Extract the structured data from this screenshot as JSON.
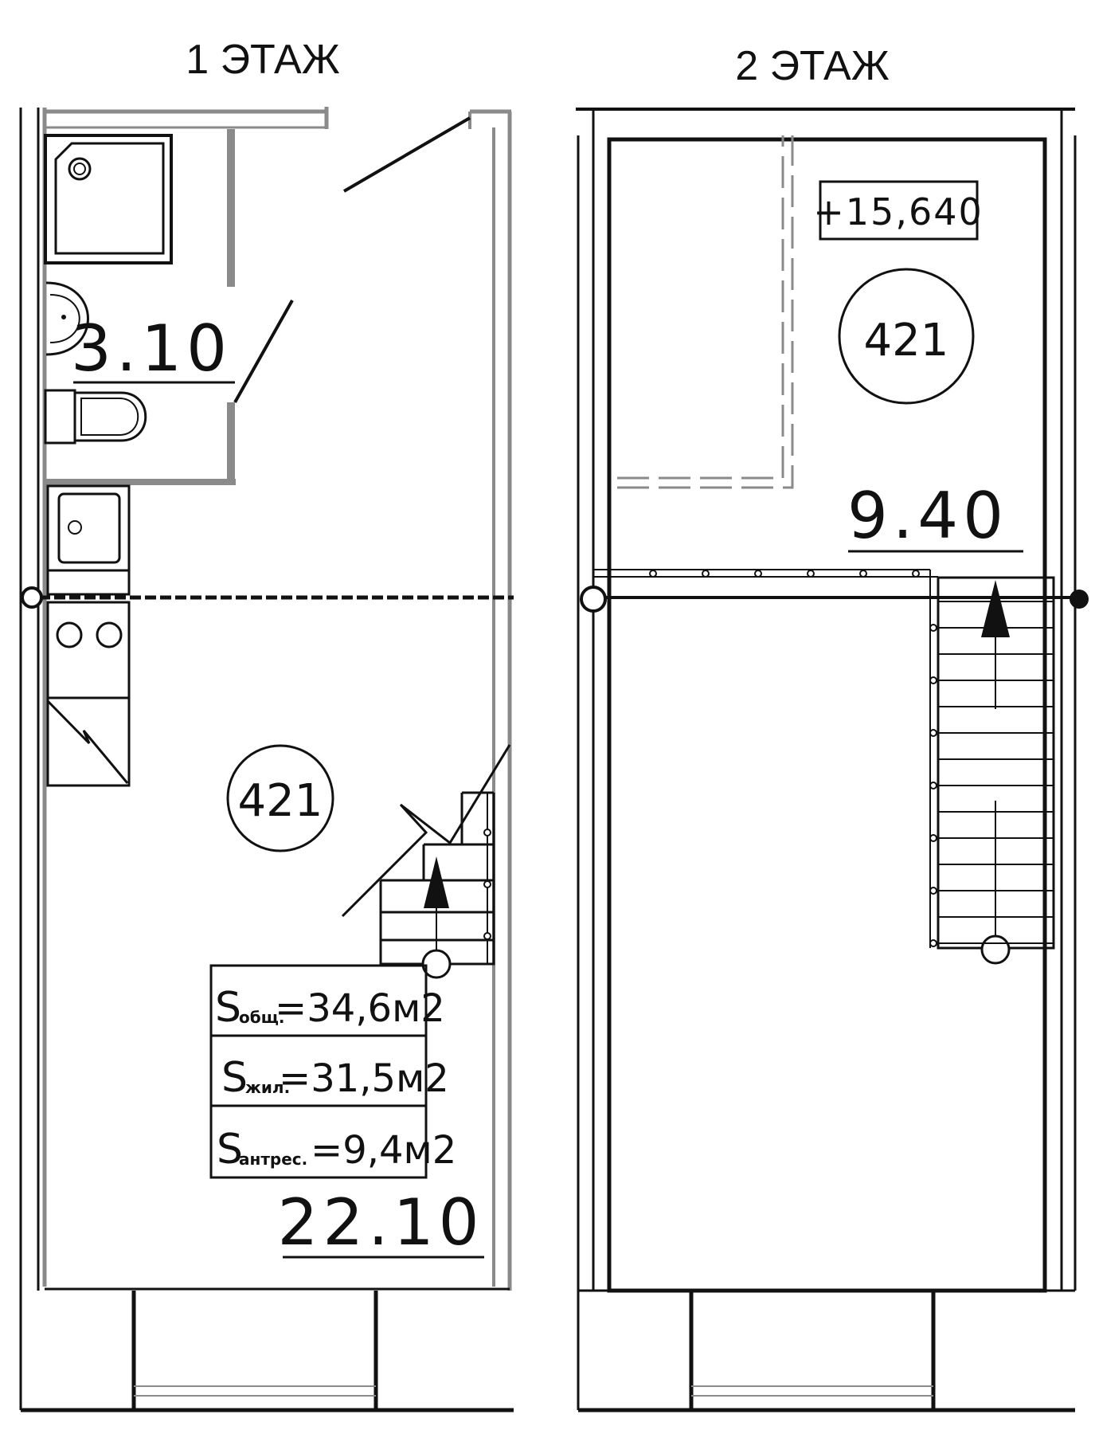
{
  "floors": [
    {
      "title": "1 ЭТАЖ",
      "room_number": "421",
      "bathroom_area": "3.10",
      "main_area": "22.10",
      "areas": [
        {
          "symbol": "S",
          "sub": "общ.",
          "value": "=34,6м2"
        },
        {
          "symbol": "S",
          "sub": "жил.",
          "value": "=31,5м2"
        },
        {
          "symbol": "S",
          "sub": "антрес.",
          "value": "=9,4м2"
        }
      ]
    },
    {
      "title": "2 ЭТАЖ",
      "room_number": "421",
      "elevation": "+15,640",
      "mezzanine_area": "9.40"
    }
  ],
  "colors": {
    "line": "#111111",
    "wall_gray": "#8a8a8a",
    "background": "#ffffff"
  }
}
